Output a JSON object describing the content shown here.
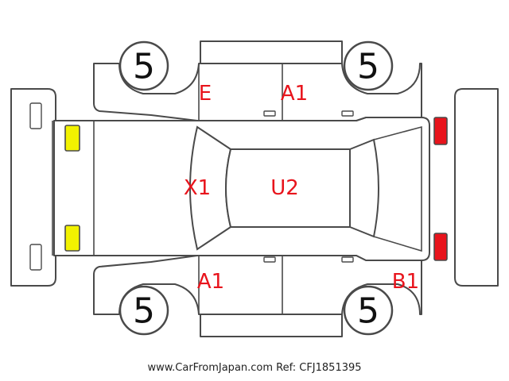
{
  "wheels": {
    "front_left": "5",
    "front_right": "5",
    "rear_left": "5",
    "rear_right": "5"
  },
  "damage_codes": {
    "front_left_fender": "E",
    "front_left_door": "A1",
    "bonnet": "X1",
    "roof": "U2",
    "front_right_door": "A1",
    "rear_right_quarter": "B1"
  },
  "lamps": {
    "front_color": "#f2f200",
    "rear_color": "#e8141c"
  },
  "colors": {
    "code_color": "#e8141c",
    "line_color": "#4a4a4a"
  },
  "footer": "www.CarFromJapan.com Ref: CFJ1851395"
}
